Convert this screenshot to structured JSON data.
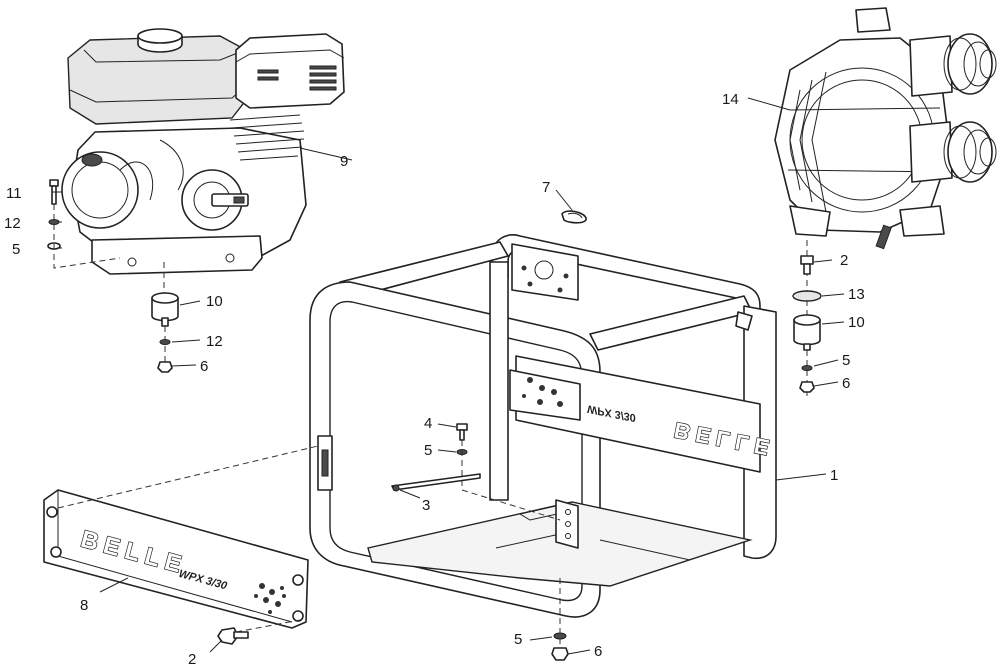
{
  "callouts": {
    "c1": "1",
    "c2a": "2",
    "c2b": "2",
    "c3": "3",
    "c4": "4",
    "c5a": "5",
    "c5b": "5",
    "c5c": "5",
    "c5d": "5",
    "c6a": "6",
    "c6b": "6",
    "c6c": "6",
    "c7": "7",
    "c8": "8",
    "c9": "9",
    "c10a": "10",
    "c10b": "10",
    "c11": "11",
    "c12a": "12",
    "c12b": "12",
    "c13": "13",
    "c14": "14"
  },
  "branding": {
    "logo_panel": "BELLE",
    "model_panel": "WPX 3/30",
    "logo_frame": "BELLE",
    "model_frame": "WPX 3/30"
  }
}
